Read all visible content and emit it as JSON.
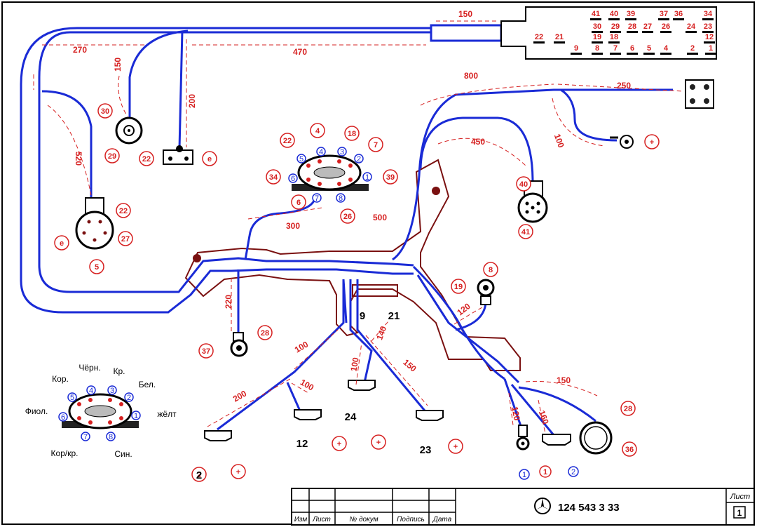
{
  "colors": {
    "wire": "#1a2bd6",
    "harness": "#7a1010",
    "dimension": "#d62020",
    "ink": "#000000"
  },
  "connector_pins": {
    "top_row": [
      "41",
      "40",
      "39",
      "37",
      "36",
      "34"
    ],
    "mid_row": [
      "30",
      "29",
      "28",
      "27",
      "26",
      "24",
      "23"
    ],
    "mid_row2": [
      "19",
      "18",
      "12"
    ],
    "left_pair": [
      "22",
      "21"
    ],
    "bottom_row": [
      "9",
      "8",
      "7",
      "6",
      "5",
      "4",
      "2",
      "1"
    ]
  },
  "dimensions": {
    "d150_top": "150",
    "d270": "270",
    "d470": "470",
    "d150_left": "150",
    "d200_vert": "200",
    "d520": "520",
    "d800": "800",
    "d250": "250",
    "d450": "450",
    "d100_right": "100",
    "d300": "300",
    "d500": "500",
    "d220": "220",
    "d120_mid": "120",
    "d100_a": "100",
    "d200_low": "200",
    "d100_b": "100",
    "d140": "140",
    "d100_c": "100",
    "d150_low": "150",
    "d150_br": "150",
    "d120_br": "120",
    "d160": "160"
  },
  "circle_labels": {
    "c30": "30",
    "c29": "29",
    "c22_grd": "22",
    "c_e1": "e",
    "c4": "4",
    "c18": "18",
    "c7": "7",
    "c22_top": "22",
    "c39": "39",
    "c34": "34",
    "c6": "6",
    "c26": "26",
    "b5": "5",
    "b4": "4",
    "b3": "3",
    "b2": "2",
    "b1": "1",
    "b6": "6",
    "b7": "7",
    "b8": "8",
    "c22_left": "22",
    "c27": "27",
    "c5": "5",
    "c_e2": "e",
    "c40": "40",
    "c41": "41",
    "c8": "8",
    "c19": "19",
    "c28_mid": "28",
    "c37": "37",
    "c28_br": "28",
    "c36": "36",
    "c2": "2",
    "plus_a": "+",
    "plus_b": "+",
    "plus_c": "+",
    "plus_d": "+",
    "plus_top": "+",
    "b1_br": "1",
    "r1_br": "1",
    "b2_br": "2"
  },
  "black_labels": {
    "l9": "9",
    "l21": "21",
    "l12": "12",
    "l24": "24",
    "l23": "23",
    "l2": "2"
  },
  "legend": {
    "chern": "Чёрн.",
    "kr": "Кр.",
    "kor": "Кор.",
    "bel": "Бел.",
    "fiol": "Фиол.",
    "zhelt": "жёлт",
    "korkr": "Кор/кр.",
    "sin": "Син.",
    "nums": [
      "5",
      "4",
      "3",
      "2",
      "1",
      "6",
      "7",
      "8"
    ]
  },
  "title_block": {
    "col_izm": "Изм",
    "col_list": "Лист",
    "col_doc": "№ докум",
    "col_sign": "Подпись",
    "col_date": "Дата",
    "doc_number": "124  543  3",
    "doc_number_tail": "33",
    "list_label": "Лист",
    "list_num": "1"
  }
}
